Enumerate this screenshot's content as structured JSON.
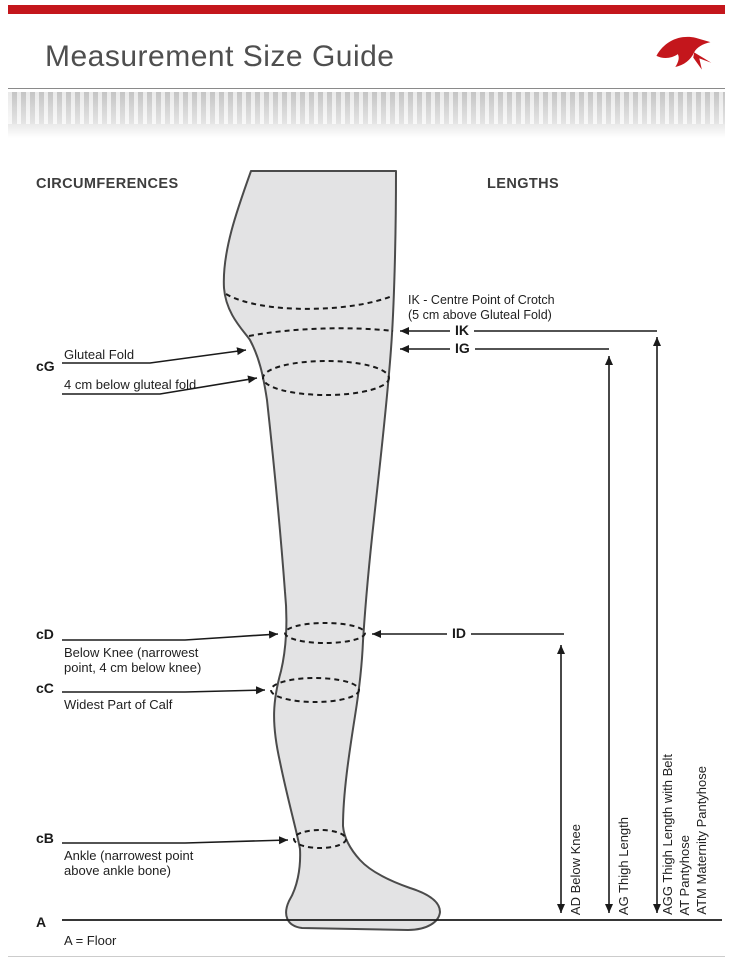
{
  "header": {
    "title": "Measurement Size Guide"
  },
  "colors": {
    "accent": "#c4161c",
    "line": "#1a1a1a",
    "leg_fill": "#e3e3e4"
  },
  "sections": {
    "circumferences_heading": "CIRCUMFERENCES",
    "lengths_heading": "LENGTHS"
  },
  "circumferences": {
    "cg": {
      "code": "cG",
      "line1": "Gluteal Fold",
      "line2": "4 cm below gluteal fold"
    },
    "cd": {
      "code": "cD",
      "line1": "Below Knee (narrowest",
      "line2": "point, 4 cm below knee)"
    },
    "cc": {
      "code": "cC",
      "line1": "Widest Part of Calf"
    },
    "cb": {
      "code": "cB",
      "line1": "Ankle (narrowest point",
      "line2": "above ankle bone)"
    },
    "floor": {
      "code": "A",
      "label": "A = Floor"
    }
  },
  "lengths": {
    "ik_note_line1": "IK - Centre Point of Crotch",
    "ik_note_line2": "(5 cm above Gluteal Fold)",
    "ik": "IK",
    "ig": "IG",
    "id": "ID",
    "ad": "AD Below Knee",
    "ag": "AG Thigh Length",
    "agg": "AGG Thigh Length with Belt",
    "at": "AT Pantyhose",
    "atm": "ATM Maternity Pantyhose"
  }
}
